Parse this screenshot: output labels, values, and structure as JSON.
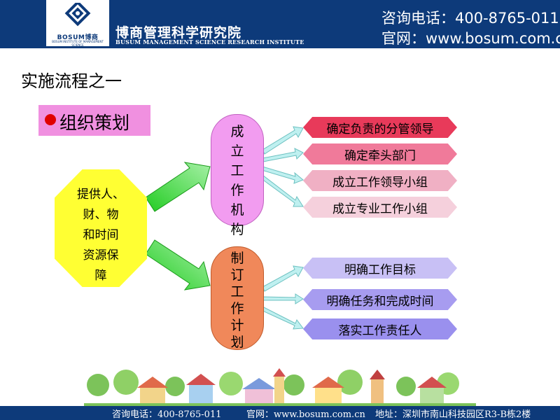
{
  "header": {
    "logo_text": "BOSUM博商",
    "logo_sub": "BOSUM INSTITUTE OF MANAGEMENT SCIENCE",
    "institute_cn": "博商管理科学研究院",
    "institute_en": "BUSUM MANAGEMENT SCIENCE RESEARCH INSTITUTE",
    "hotline": "咨询电话：400-8765-011",
    "website": "官网：www.bosum.com.cn",
    "color": "#0d3a7a"
  },
  "slide": {
    "title": "实施流程之一",
    "section_label": "组织策划"
  },
  "diagram": {
    "source": {
      "lines": [
        "提供人、",
        "财、物",
        "和时间",
        "资源保",
        "障"
      ],
      "color": "#ffff33"
    },
    "branches": [
      {
        "label_chars": [
          "成",
          "立",
          "工",
          "作",
          "机",
          "构"
        ],
        "color": "#f29cf0",
        "items": [
          {
            "text": "确定负责的分管领导",
            "color": "#e83a5a"
          },
          {
            "text": "确定牵头部门",
            "color": "#f07a9a"
          },
          {
            "text": "成立工作领导小组",
            "color": "#f0b0c4"
          },
          {
            "text": "成立专业工作小组",
            "color": "#f5d0dc"
          }
        ]
      },
      {
        "label_chars": [
          "制",
          "订",
          "工",
          "作",
          "计",
          "划"
        ],
        "color": "#f0885a",
        "items": [
          {
            "text": "明确工作目标",
            "color": "#c8c0f5"
          },
          {
            "text": "明确任务和完成时间",
            "color": "#a79cf0"
          },
          {
            "text": "落实工作责任人",
            "color": "#9a90ee"
          }
        ]
      }
    ]
  },
  "footer": {
    "hotline": "咨询电话：400-8765-011",
    "website": "官网：www.bosum.com.cn",
    "address": "地址：深圳市南山科技园区R3-B栋2楼"
  }
}
